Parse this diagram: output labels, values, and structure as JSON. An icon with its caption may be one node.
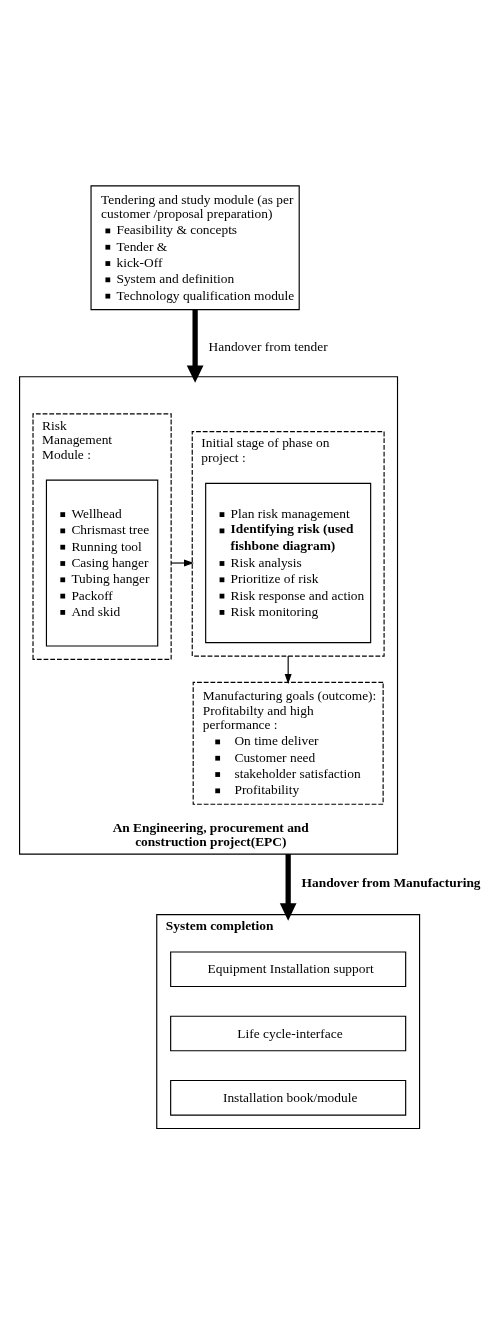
{
  "diagram": {
    "nodes": [
      {
        "text": [
          "Tendering and study module (as per customer /proposal preparation)",
          "Feasibility & concepts",
          "Tender &",
          "kick-Off",
          "System and definition",
          "Technology qualification module"
        ]
      },
      {
        "text": [
          "An Engineering, procurement and construction project(EPC)"
        ]
      },
      {
        "text": [
          "Risk Management Module :"
        ],
        "in": 1
      },
      {
        "text": [
          "Wellhead",
          "Chrismast tree",
          "Running tool",
          "Casing hanger",
          "Tubing hanger",
          "Packoff",
          "And skid"
        ],
        "in": 2
      },
      {
        "text": [
          "Initial stage of phase on project :"
        ],
        "in": 1
      },
      {
        "text": [
          "Plan risk management",
          "Identifying risk (used fishbone diagram)",
          "Risk analysis",
          "Prioritize of risk",
          "Risk response and action",
          "Risk monitoring"
        ],
        "in": 4
      },
      {
        "text": [
          "Manufacturing goals (outcome): Profitabilty and high performance :",
          "On time deliver",
          "Customer need",
          "stakeholder satisfaction",
          "Profitability"
        ],
        "in": 1
      },
      {
        "text": [
          "System completion"
        ]
      },
      {
        "text": [
          "Equipment Installation support"
        ],
        "in": 7
      },
      {
        "text": [
          "Life cycle-interface"
        ],
        "in": 7
      },
      {
        "text": [
          "Installation book/module"
        ],
        "in": 7
      }
    ],
    "edges": [
      {
        "from": 0,
        "to": 1,
        "arrow": "to",
        "label": "Handover from tender",
        "style": "thick"
      },
      {
        "from": 2,
        "to": 4,
        "arrow": "to"
      },
      {
        "from": 4,
        "to": 6,
        "arrow": "to"
      },
      {
        "from": 1,
        "to": 7,
        "arrow": "to",
        "label": "Handover from Manufacturing",
        "style": "thick"
      }
    ]
  }
}
